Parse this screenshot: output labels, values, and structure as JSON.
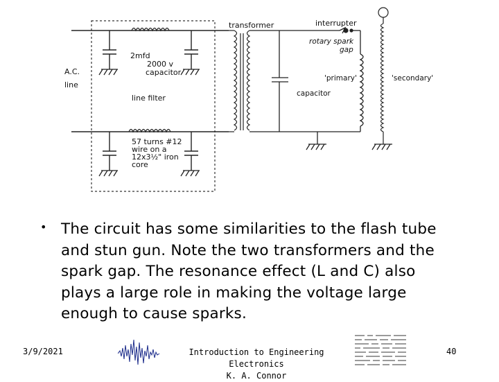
{
  "diagram": {
    "labels": {
      "transformer": "transformer",
      "interrupter": "interrupter",
      "rotary_spark": "rotary spark",
      "gap": "gap",
      "cap_2mfd": "2mfd",
      "cap_2000v": "2000 v",
      "capacitor_left": "capacitor",
      "ac": "A.C.",
      "line": "line",
      "line_filter": "line filter",
      "primary": "'primary'",
      "capacitor_mid": "capacitor",
      "secondary": "'secondary'",
      "turns": "57 turns #12",
      "wire_on": "wire on a",
      "iron": "12x3½\" iron",
      "core": "core"
    }
  },
  "bullet": {
    "marker": "•",
    "text": "The circuit has some similarities to the flash tube and stun gun. Note the two transformers and the spark gap. The resonance effect (L and C) also plays a large role in making the voltage large enough to cause sparks."
  },
  "footer": {
    "date": "3/9/2021",
    "course": "Introduction to Engineering Electronics",
    "author": "K. A. Connor",
    "page": "40"
  }
}
